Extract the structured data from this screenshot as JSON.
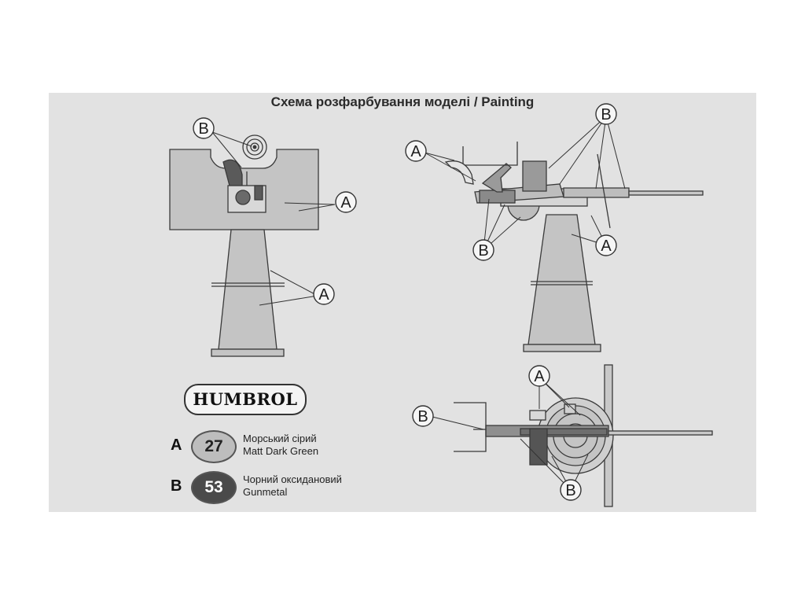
{
  "title": "Схема  розфарбування моделі / Painting",
  "callouts": {
    "a": "A",
    "b": "B"
  },
  "brand": "HUMBROL",
  "legend": [
    {
      "letter": "A",
      "number": "27",
      "name_ua": "Морський сірий",
      "name_en": "Matt Dark Green",
      "swatch_color": "#bdbdbd",
      "text_color": "#222222"
    },
    {
      "letter": "B",
      "number": "53",
      "name_ua": "Чорний оксидановий",
      "name_en": "Gunmetal",
      "swatch_color": "#4a4a4a",
      "text_color": "#ffffff"
    }
  ],
  "colors": {
    "background": "#e2e2e2",
    "part_fill": "#c4c4c4",
    "line": "#3a3a3a"
  }
}
